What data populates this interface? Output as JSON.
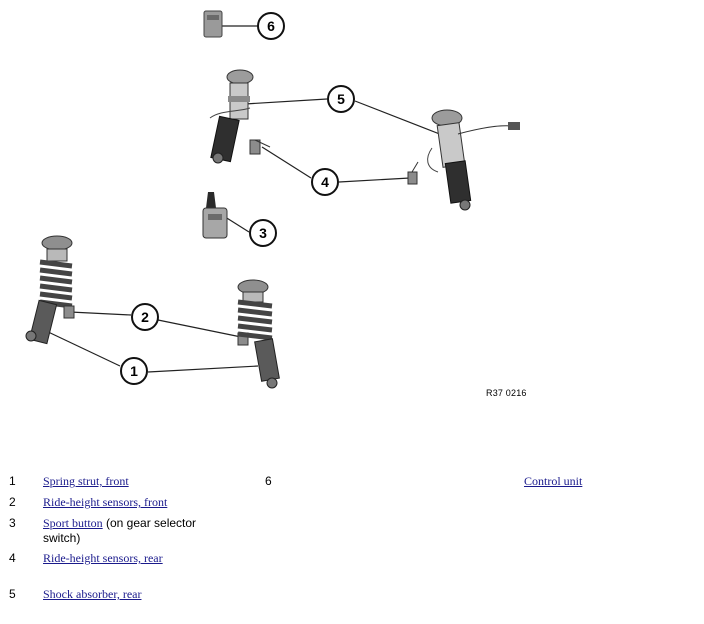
{
  "diagram": {
    "reference_code": "R37 0216",
    "callouts": [
      "1",
      "2",
      "3",
      "4",
      "5",
      "6"
    ]
  },
  "legend": [
    {
      "num": "1",
      "label": "Spring strut, front"
    },
    {
      "num": "2",
      "label": "Ride-height sensors, front"
    },
    {
      "num": "3",
      "label": "Sport button",
      "note": " (on gear selector switch)"
    },
    {
      "num": "4",
      "label": "Ride-height sensors, rear"
    },
    {
      "num": "5",
      "label": "Shock absorber, rear"
    },
    {
      "num": "6",
      "label": "Control unit"
    }
  ]
}
